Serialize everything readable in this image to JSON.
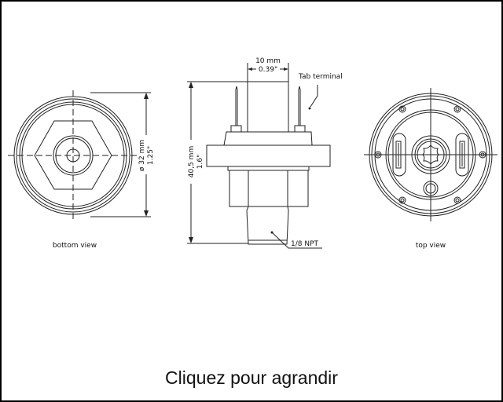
{
  "drawing": {
    "bottom_view_label": "bottom view",
    "top_view_label": "top view",
    "diameter_mm": "ø 32 mm",
    "diameter_in": "1.25\"",
    "width_mm": "10 mm",
    "width_in": "0.39\"",
    "height_mm": "40,5 mm",
    "height_in": "1.6\"",
    "tab_terminal_label": "Tab terminal",
    "thread_label": "1/8 NPT"
  },
  "caption": "Cliquez pour agrandir"
}
